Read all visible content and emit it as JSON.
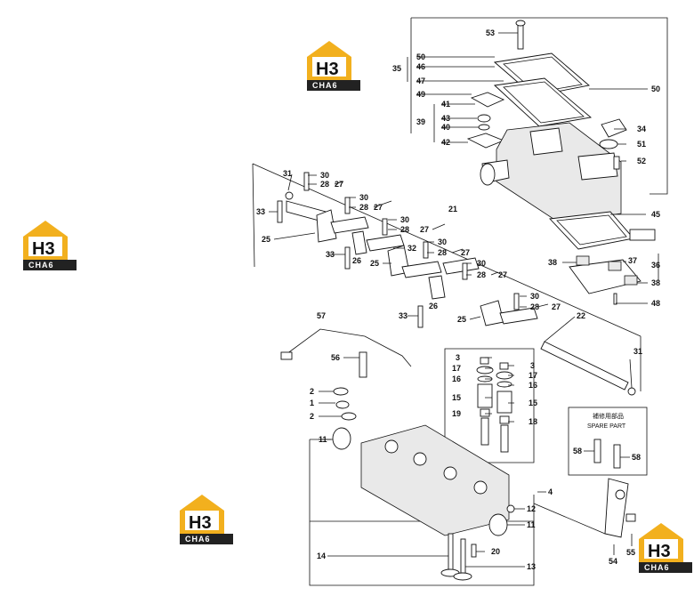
{
  "logo": {
    "mark": "H3",
    "word": "CHA6"
  },
  "spare_box": {
    "line1": "補修用部品",
    "line2": "SPARE PART"
  },
  "callouts": [
    {
      "id": "c53",
      "text": "53"
    },
    {
      "id": "c50a",
      "text": "50"
    },
    {
      "id": "c35",
      "text": "35"
    },
    {
      "id": "c46",
      "text": "46"
    },
    {
      "id": "c47",
      "text": "47"
    },
    {
      "id": "c50b",
      "text": "50"
    },
    {
      "id": "c49",
      "text": "49"
    },
    {
      "id": "c41",
      "text": "41"
    },
    {
      "id": "c39",
      "text": "39"
    },
    {
      "id": "c43",
      "text": "43"
    },
    {
      "id": "c40",
      "text": "40"
    },
    {
      "id": "c42",
      "text": "42"
    },
    {
      "id": "c34",
      "text": "34"
    },
    {
      "id": "c51",
      "text": "51"
    },
    {
      "id": "c52",
      "text": "52"
    },
    {
      "id": "c45",
      "text": "45"
    },
    {
      "id": "c31a",
      "text": "31"
    },
    {
      "id": "c30a",
      "text": "30"
    },
    {
      "id": "c28a",
      "text": "28"
    },
    {
      "id": "c27a",
      "text": "27"
    },
    {
      "id": "c33a",
      "text": "33"
    },
    {
      "id": "c30b",
      "text": "30"
    },
    {
      "id": "c28b",
      "text": "28"
    },
    {
      "id": "c27b",
      "text": "27"
    },
    {
      "id": "c21",
      "text": "21"
    },
    {
      "id": "c30c",
      "text": "30"
    },
    {
      "id": "c28c",
      "text": "28"
    },
    {
      "id": "c27c",
      "text": "27"
    },
    {
      "id": "c25a",
      "text": "25"
    },
    {
      "id": "c26a",
      "text": "26"
    },
    {
      "id": "c33b",
      "text": "33"
    },
    {
      "id": "c25b",
      "text": "25"
    },
    {
      "id": "c32",
      "text": "32"
    },
    {
      "id": "c30d",
      "text": "30"
    },
    {
      "id": "c28d",
      "text": "28"
    },
    {
      "id": "c27d",
      "text": "27"
    },
    {
      "id": "c30e",
      "text": "30"
    },
    {
      "id": "c28e",
      "text": "28"
    },
    {
      "id": "c27e",
      "text": "27"
    },
    {
      "id": "c38a",
      "text": "38"
    },
    {
      "id": "c37",
      "text": "37"
    },
    {
      "id": "c36",
      "text": "36"
    },
    {
      "id": "c38b",
      "text": "38"
    },
    {
      "id": "c26b",
      "text": "26"
    },
    {
      "id": "c33c",
      "text": "33"
    },
    {
      "id": "c25c",
      "text": "25"
    },
    {
      "id": "c30f",
      "text": "30"
    },
    {
      "id": "c28f",
      "text": "28"
    },
    {
      "id": "c27f",
      "text": "27"
    },
    {
      "id": "c22",
      "text": "22"
    },
    {
      "id": "c48",
      "text": "48"
    },
    {
      "id": "c57",
      "text": "57"
    },
    {
      "id": "c31b",
      "text": "31"
    },
    {
      "id": "c56",
      "text": "56"
    },
    {
      "id": "c3a",
      "text": "3"
    },
    {
      "id": "c17a",
      "text": "17"
    },
    {
      "id": "c16a",
      "text": "16"
    },
    {
      "id": "c3b",
      "text": "3"
    },
    {
      "id": "c17b",
      "text": "17"
    },
    {
      "id": "c16b",
      "text": "16"
    },
    {
      "id": "c15a",
      "text": "15"
    },
    {
      "id": "c15b",
      "text": "15"
    },
    {
      "id": "c19",
      "text": "19"
    },
    {
      "id": "c18",
      "text": "18"
    },
    {
      "id": "c2a",
      "text": "2"
    },
    {
      "id": "c1",
      "text": "1"
    },
    {
      "id": "c2b",
      "text": "2"
    },
    {
      "id": "c11a",
      "text": "11"
    },
    {
      "id": "c58a",
      "text": "58"
    },
    {
      "id": "c58b",
      "text": "58"
    },
    {
      "id": "c4",
      "text": "4"
    },
    {
      "id": "c12",
      "text": "12"
    },
    {
      "id": "c11b",
      "text": "11"
    },
    {
      "id": "c14",
      "text": "14"
    },
    {
      "id": "c20",
      "text": "20"
    },
    {
      "id": "c13",
      "text": "13"
    },
    {
      "id": "c54",
      "text": "54"
    },
    {
      "id": "c55",
      "text": "55"
    }
  ]
}
